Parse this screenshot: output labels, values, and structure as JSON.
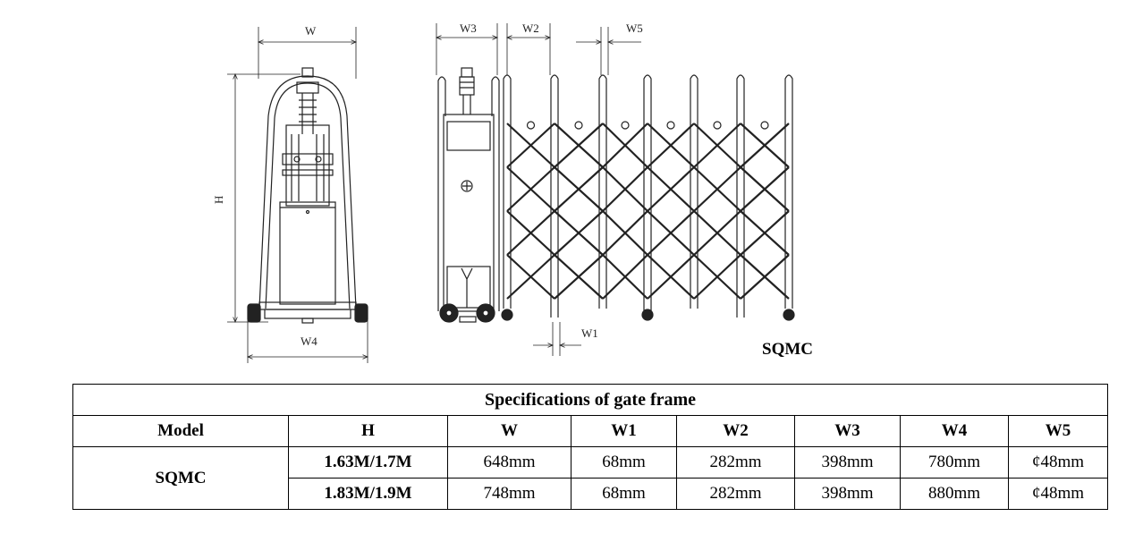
{
  "drawing": {
    "labels": {
      "front_width": "W",
      "front_height": "H",
      "front_base": "W4",
      "side_w1": "W1",
      "side_w2": "W2",
      "side_w3": "W3",
      "side_w5": "W5"
    },
    "model_caption": "SQMC"
  },
  "table": {
    "title": "Specifications of gate frame",
    "headers": [
      "Model",
      "H",
      "W",
      "W1",
      "W2",
      "W3",
      "W4",
      "W5"
    ],
    "model": "SQMC",
    "rows": [
      [
        "1.63M/1.7M",
        "648mm",
        "68mm",
        "282mm",
        "398mm",
        "780mm",
        "¢48mm"
      ],
      [
        "1.83M/1.9M",
        "748mm",
        "68mm",
        "282mm",
        "398mm",
        "880mm",
        "¢48mm"
      ]
    ]
  }
}
